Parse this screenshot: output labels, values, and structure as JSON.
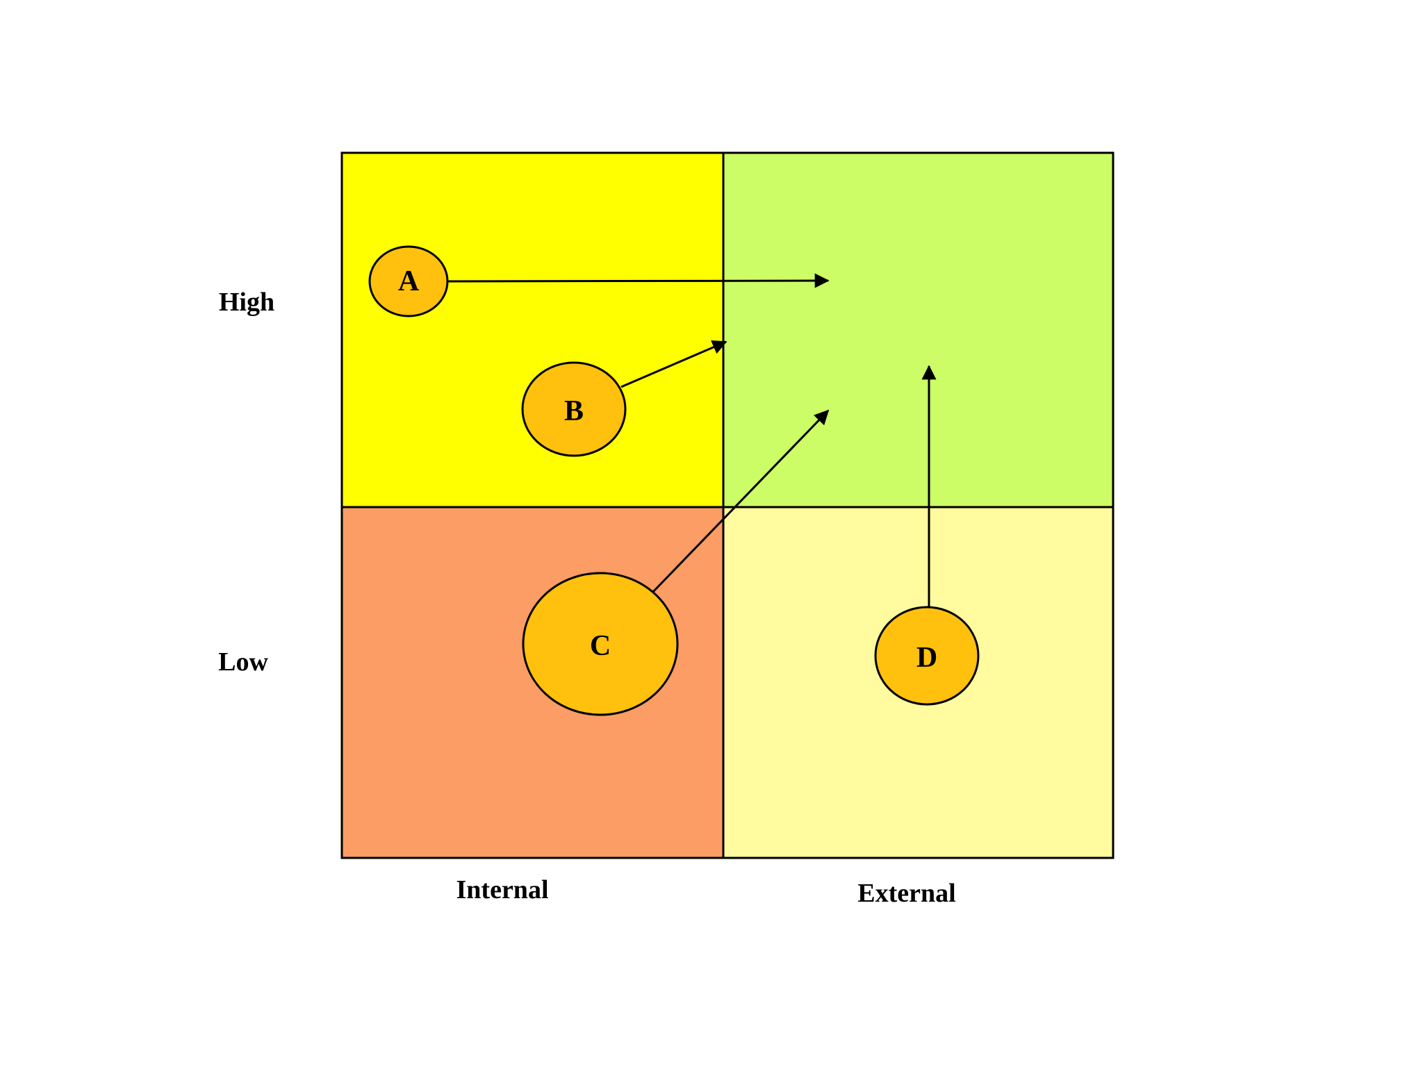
{
  "matrix": {
    "type": "quadrant-matrix",
    "y_axis": {
      "top_label": "High",
      "bottom_label": "Low"
    },
    "x_axis": {
      "left_label": "Internal",
      "right_label": "External"
    },
    "quadrants": {
      "top_left": {
        "color": "#FFFF00"
      },
      "top_right": {
        "color": "#CCFC66"
      },
      "bottom_left": {
        "color": "#FB9D64"
      },
      "bottom_right": {
        "color": "#FFFB9E"
      }
    },
    "nodes": [
      {
        "label": "A",
        "fill": "#FFC10D",
        "quadrant": "Internal/High"
      },
      {
        "label": "B",
        "fill": "#FFC10D",
        "quadrant": "Internal/High"
      },
      {
        "label": "C",
        "fill": "#FFC10D",
        "quadrant": "Internal/Low"
      },
      {
        "label": "D",
        "fill": "#FFC10D",
        "quadrant": "External/Low"
      }
    ],
    "arrows": [
      {
        "from": "A",
        "direction": "right into External/High quadrant"
      },
      {
        "from": "B",
        "direction": "up-right to quadrant boundary"
      },
      {
        "from": "C",
        "direction": "up-right into External/High quadrant"
      },
      {
        "from": "D",
        "direction": "up into External/High quadrant"
      }
    ],
    "stroke_color": "#000000",
    "background_color": "#FFFFFF"
  }
}
